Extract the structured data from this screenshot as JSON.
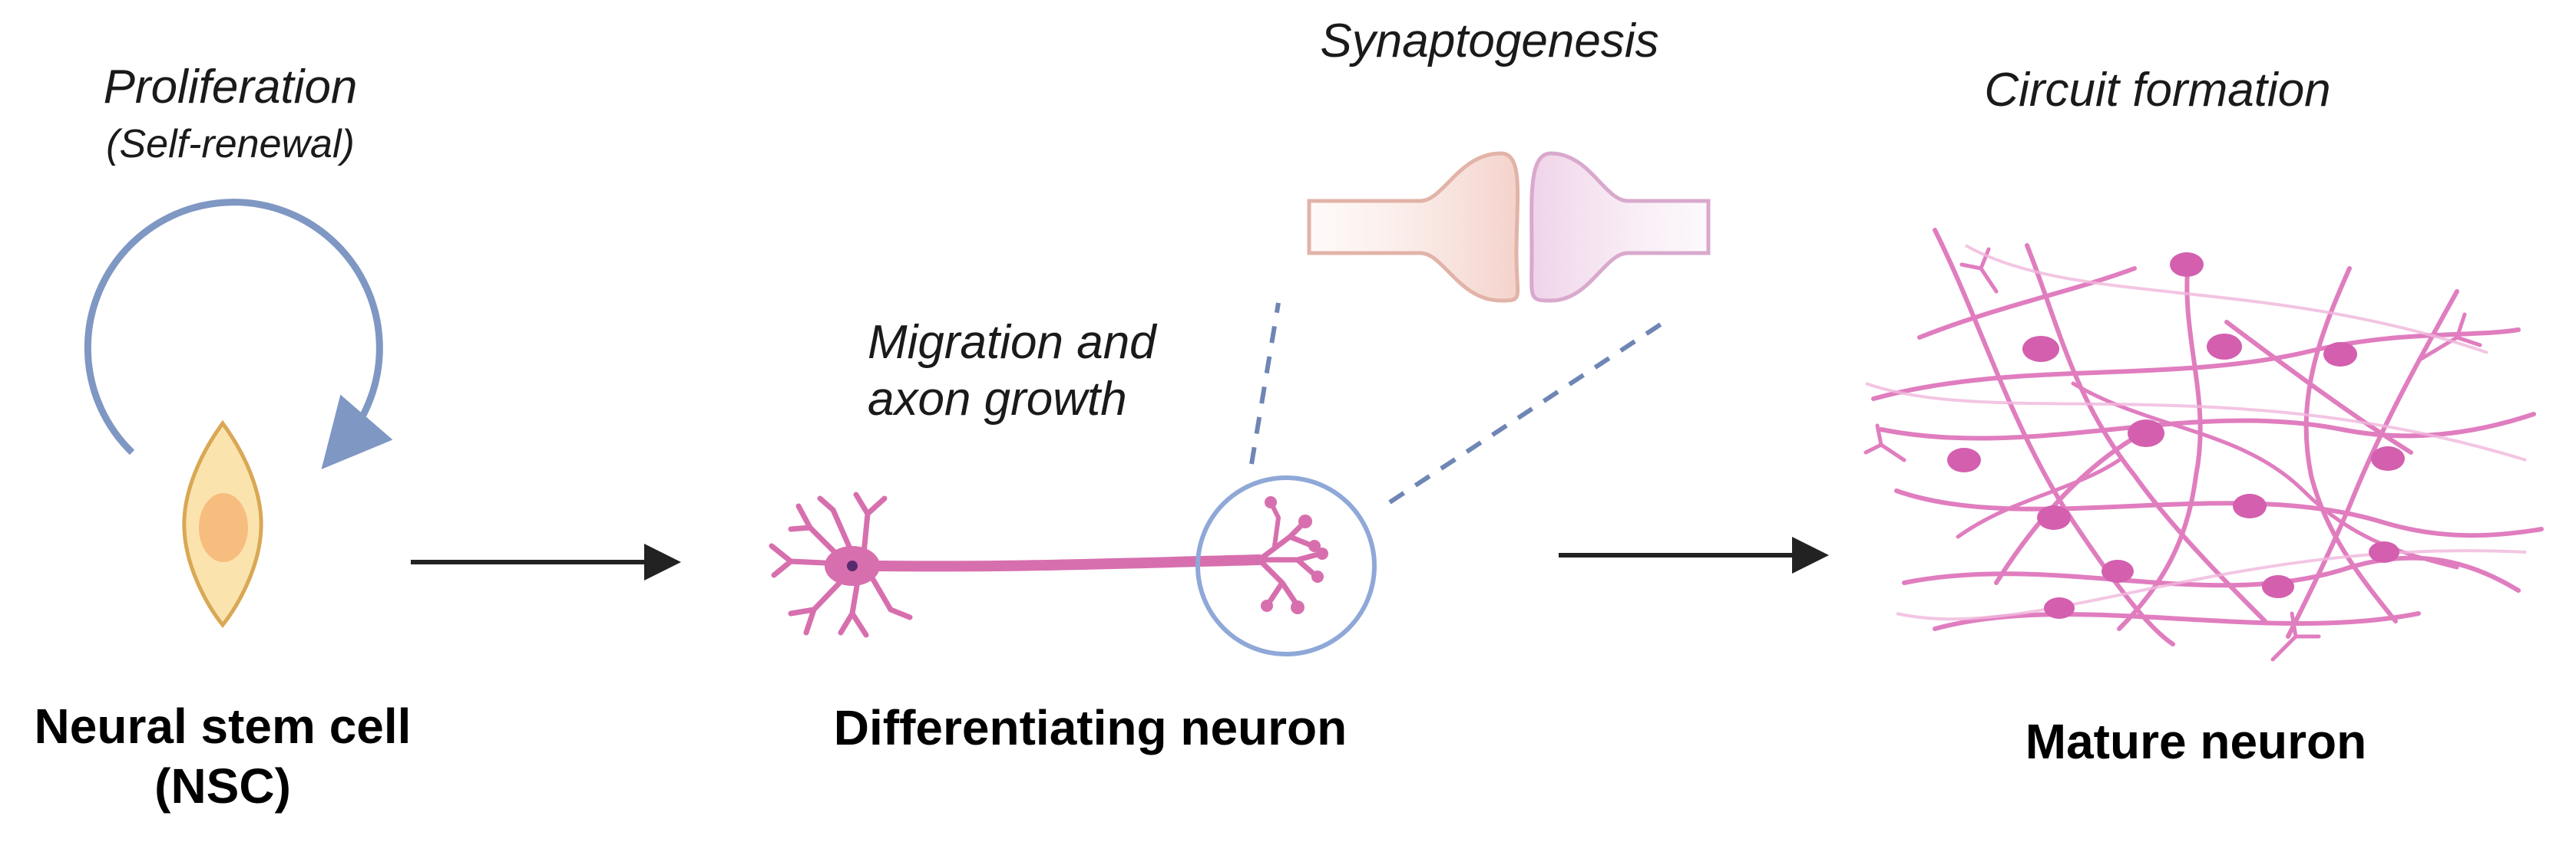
{
  "labels": {
    "proliferation": "Proliferation",
    "self_renewal": "(Self-renewal)",
    "synaptogenesis": "Synaptogenesis",
    "circuit_formation": "Circuit formation",
    "migration_line1": "Migration and",
    "migration_line2": "axon growth",
    "nsc_line1": "Neural stem cell",
    "nsc_line2": "(NSC)",
    "differentiating": "Differentiating neuron",
    "mature": "Mature neuron"
  },
  "colors": {
    "cycle_arrow": "#7f97c3",
    "nsc_body": "#fbe3ae",
    "nsc_outline": "#d9a855",
    "nsc_nucleus": "#f6b87a",
    "neuron": "#d76fae",
    "neuron_light": "#e7a0cd",
    "zoom_circle": "#8fa8d8",
    "zoom_dash": "#6f86b4",
    "synapse_pre": "#f6dcd6",
    "synapse_post": "#f1d9ec",
    "arrow": "#222222"
  }
}
